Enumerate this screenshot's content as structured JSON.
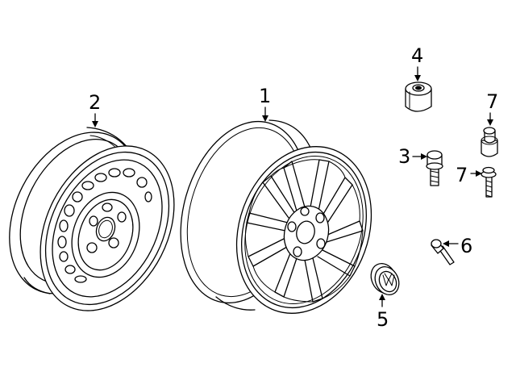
{
  "diagram": {
    "callouts": [
      {
        "id": "callout-1",
        "text": "1"
      },
      {
        "id": "callout-2",
        "text": "2"
      },
      {
        "id": "callout-3",
        "text": "3"
      },
      {
        "id": "callout-4",
        "text": "4"
      },
      {
        "id": "callout-5",
        "text": "5"
      },
      {
        "id": "callout-6",
        "text": "6"
      },
      {
        "id": "callout-7a",
        "text": "7"
      },
      {
        "id": "callout-7b",
        "text": "7"
      }
    ]
  }
}
